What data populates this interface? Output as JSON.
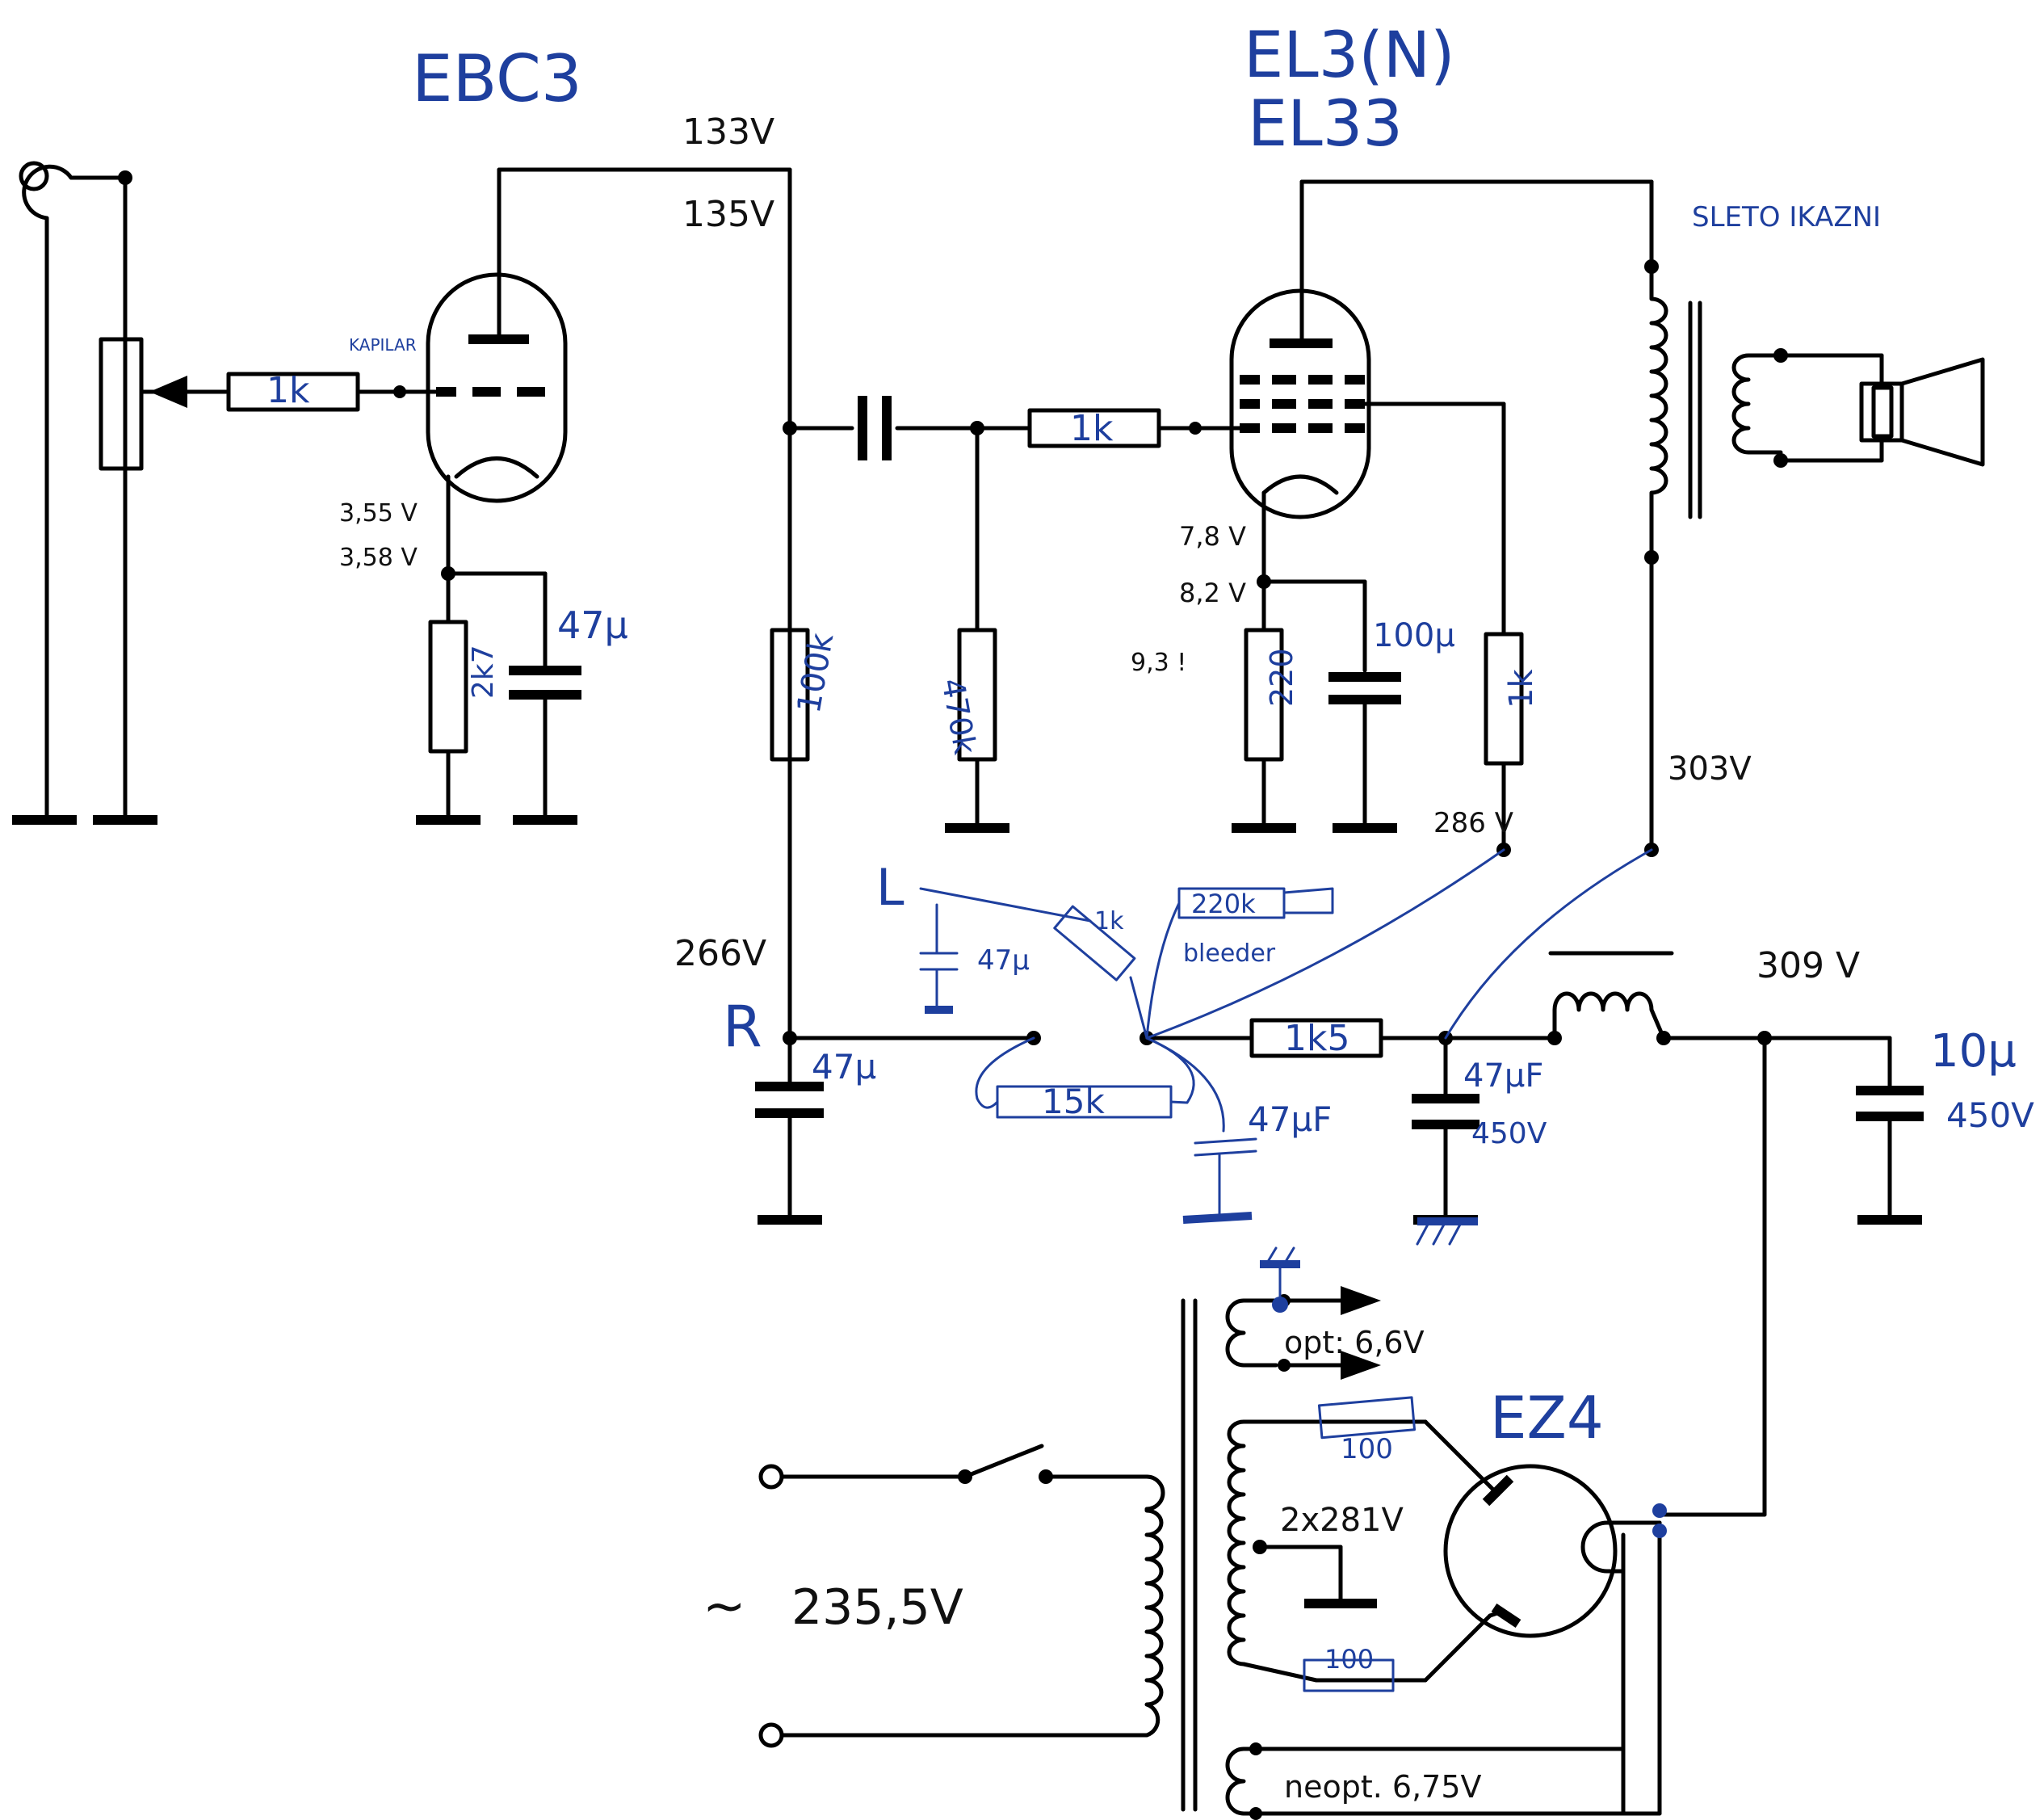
{
  "tubes": {
    "preamp": "EBC3",
    "output_line1": "EL3(N)",
    "output_line2": "EL33",
    "rectifier": "EZ4"
  },
  "labels": {
    "kapilar": "KAPILAR",
    "speaker": "SLETO IKAZNI",
    "bleeder": "bleeder",
    "node_r": "R",
    "node_l": "L",
    "tilde": "~"
  },
  "voltages": {
    "v133": "133V",
    "v135": "135V",
    "v355": "3,55 V",
    "v358": "3,58 V",
    "v78": "7,8 V",
    "v82": "8,2 V",
    "v93": "9,3 !",
    "v286": "286 V",
    "v303": "303V",
    "v266": "266V",
    "v309": "309 V",
    "mains": "235,5V",
    "heater_opt": "opt: 6,6V",
    "hv_secondary": "2x281V",
    "heater_neopt": "neopt. 6,75V"
  },
  "components": {
    "r_1k_grid": "1k",
    "r_1k_el": "1k",
    "r_2k7": "2k7",
    "c_47u_cathode": "47μ",
    "r_100k": "100k",
    "r_470k": "470k",
    "r_220": "220",
    "c_100u": "100μ",
    "r_1k_screen": "1k",
    "c_47u_r": "47μ",
    "r_15k": "15k",
    "c_47uf_pen": "47μF",
    "r_1k5": "1k5",
    "c_47uf_450": "47μF",
    "c_450v_a": "450V",
    "c_10u": "10μ",
    "c_450v_b": "450V",
    "r_220k": "220k",
    "c_47u_l": "47μ",
    "r_1k_l": "1k",
    "r_100_top": "100",
    "r_100_bot": "100"
  }
}
